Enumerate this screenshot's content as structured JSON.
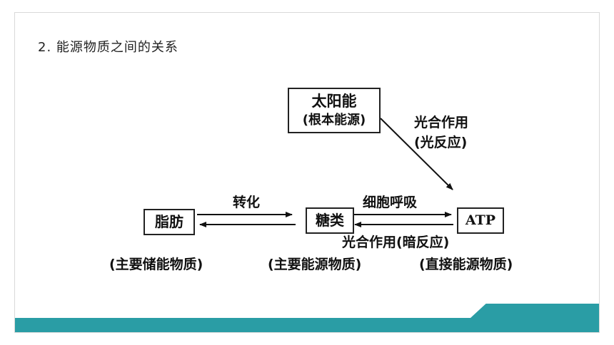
{
  "slide": {
    "title": "2. 能源物质之间的关系"
  },
  "diagram": {
    "sun": {
      "name": "太阳能",
      "note": "(根本能源)"
    },
    "photosynthesis_light": {
      "line1": "光合作用",
      "line2": "(光反应)"
    },
    "fat": {
      "name": "脂肪",
      "role": "(主要储能物质)"
    },
    "sugar": {
      "name": "糖类",
      "role": "(主要能源物质)"
    },
    "atp": {
      "name": "ATP",
      "role": "(直接能源物质)"
    },
    "conversion_label": "转化",
    "respiration_label": "细胞呼吸",
    "photosynthesis_dark_label": "光合作用(暗反应)"
  },
  "colors": {
    "accent": "#2a9da5",
    "ink": "#111111"
  }
}
